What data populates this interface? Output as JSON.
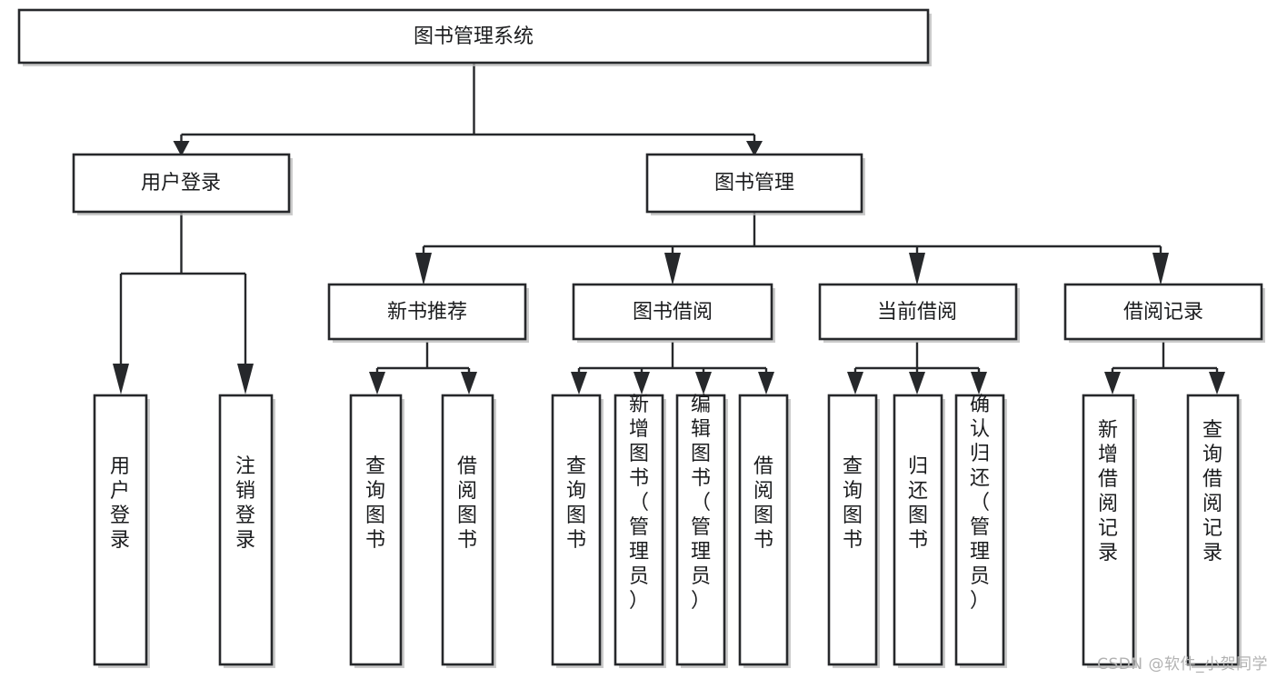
{
  "diagram": {
    "title": "图书管理系统",
    "type": "tree",
    "watermark": "CSDN @软件_小贺同学",
    "colors": {
      "stroke": "#26282b",
      "fill": "#ffffff",
      "text": "#1b1c1e",
      "shadow": "#b9b9b9",
      "watermark": "#b2b2b2"
    },
    "levels": {
      "root": {
        "label": "图书管理系统"
      },
      "level2": [
        {
          "label": "用户登录"
        },
        {
          "label": "图书管理"
        }
      ],
      "level3": [
        {
          "label": "新书推荐"
        },
        {
          "label": "图书借阅"
        },
        {
          "label": "当前借阅"
        },
        {
          "label": "借阅记录"
        }
      ],
      "leaves": {
        "user_login": [
          {
            "label": "用户登录"
          },
          {
            "label": "注销登录"
          }
        ],
        "new_book": [
          {
            "label": "查询图书"
          },
          {
            "label": "借阅图书"
          }
        ],
        "book_borrow": [
          {
            "label": "查询图书"
          },
          {
            "label": "新增图书（管理员）"
          },
          {
            "label": "编辑图书（管理员）"
          },
          {
            "label": "借阅图书"
          }
        ],
        "current_borrow": [
          {
            "label": "查询图书"
          },
          {
            "label": "归还图书"
          },
          {
            "label": "确认归还（管理员）"
          }
        ],
        "borrow_record": [
          {
            "label": "新增借阅记录"
          },
          {
            "label": "查询借阅记录"
          }
        ]
      }
    }
  }
}
